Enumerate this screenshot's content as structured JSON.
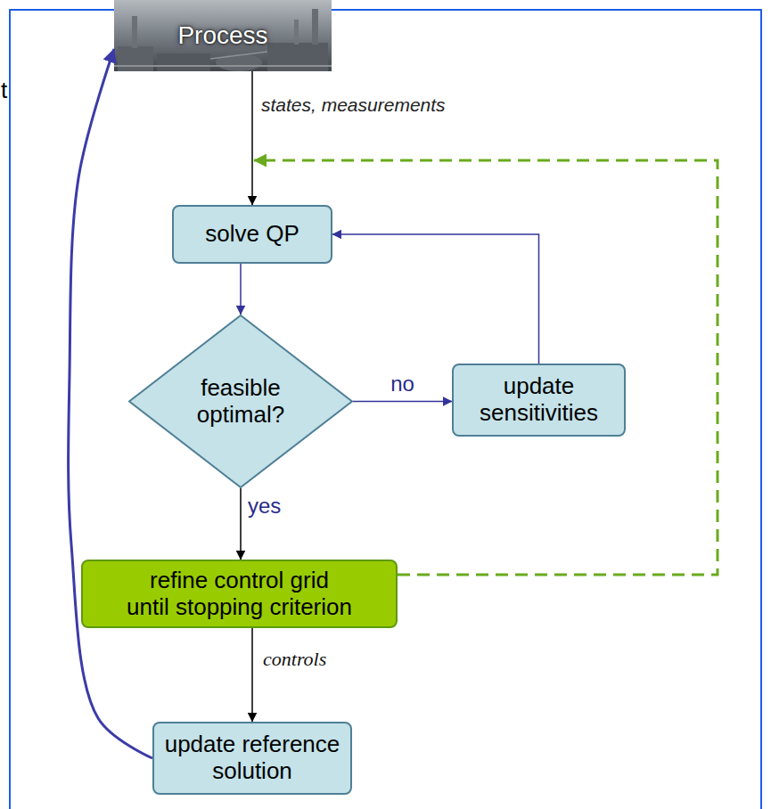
{
  "diagram": {
    "nodes": [
      {
        "text": [
          "Process"
        ]
      },
      {
        "text": [
          "solve QP"
        ]
      },
      {
        "text": [
          "feasible optimal?"
        ]
      },
      {
        "text": [
          "update sensitivities"
        ]
      },
      {
        "text": [
          "refine control grid until stopping criterion"
        ]
      },
      {
        "text": [
          "update reference solution"
        ]
      }
    ],
    "edges": [
      {
        "from": 0,
        "to": 1,
        "arrow": "to",
        "label": "states, measurements"
      },
      {
        "from": 1,
        "to": 2,
        "arrow": "to"
      },
      {
        "from": 2,
        "to": 3,
        "arrow": "to",
        "label": "no"
      },
      {
        "from": 3,
        "to": 1,
        "arrow": "to"
      },
      {
        "from": 2,
        "to": 4,
        "arrow": "to",
        "label": "yes"
      },
      {
        "from": 4,
        "to": 1,
        "arrow": "to"
      },
      {
        "from": 4,
        "to": 5,
        "arrow": "to",
        "label": "controls"
      },
      {
        "from": 5,
        "to": 0,
        "arrow": "to"
      }
    ],
    "labels": [
      "t"
    ]
  }
}
